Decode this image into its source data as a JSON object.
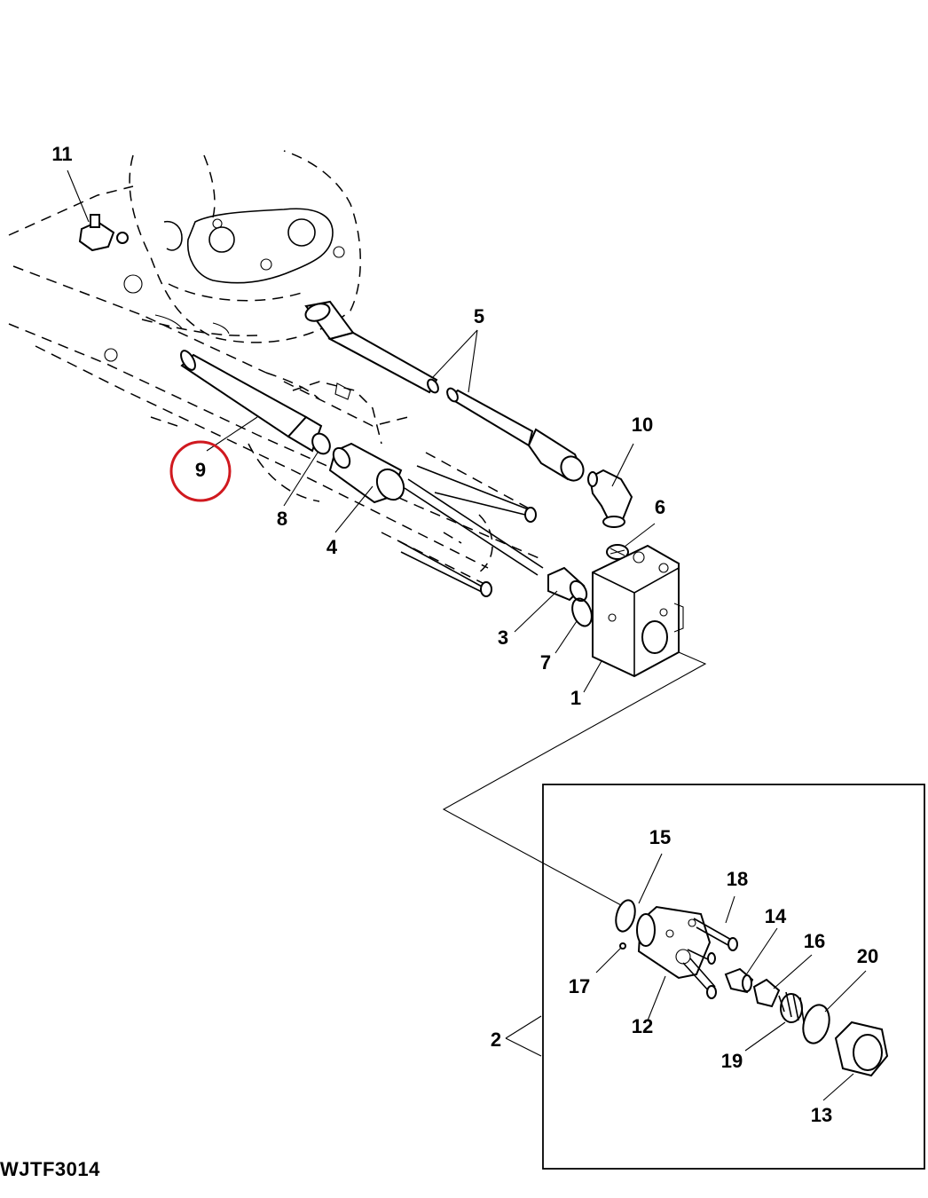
{
  "figure_id": "WJTF3014",
  "callouts": {
    "c1": "1",
    "c2": "2",
    "c3": "3",
    "c4": "4",
    "c5": "5",
    "c6": "6",
    "c7": "7",
    "c8": "8",
    "c9": "9",
    "c10": "10",
    "c11": "11",
    "c12": "12",
    "c13": "13",
    "c14": "14",
    "c15": "15",
    "c16": "16",
    "c17": "17",
    "c18": "18",
    "c19": "19",
    "c20": "20"
  },
  "colors": {
    "line": "#000000",
    "highlight_circle": "#d0191f",
    "background": "#ffffff"
  }
}
